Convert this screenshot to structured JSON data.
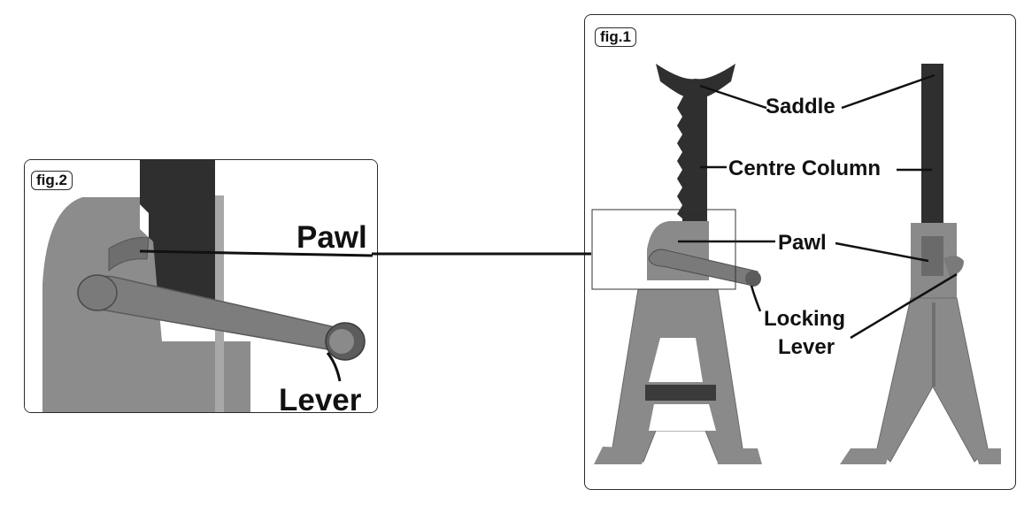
{
  "fig1": {
    "tag": "fig.1",
    "labels": {
      "saddle": "Saddle",
      "centre_column": "Centre Column",
      "pawl": "Pawl",
      "locking": "Locking",
      "lever": "Lever"
    }
  },
  "fig2": {
    "tag": "fig.2",
    "labels": {
      "pawl": "Pawl",
      "lever": "Lever"
    }
  },
  "colors": {
    "stand_gray": "#8a8a8a",
    "column_dark": "#2f2f2f",
    "line": "#111111"
  }
}
